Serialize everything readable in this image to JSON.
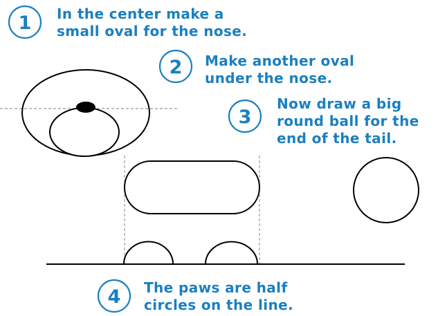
{
  "colors": {
    "instruction_text": "#1a7fc0",
    "badge_outline": "#1a7fc0",
    "badge_number": "#1a7fc0",
    "drawing_line": "#000000",
    "guide_line": "#999999",
    "nose_fill": "#000000"
  },
  "steps": [
    {
      "number": "1",
      "lines": [
        "In the center make a",
        "small oval for the nose."
      ]
    },
    {
      "number": "2",
      "lines": [
        "Make another oval",
        "under the nose."
      ]
    },
    {
      "number": "3",
      "lines": [
        "Now draw a big",
        "round ball for the",
        "end of the tail."
      ]
    },
    {
      "number": "4",
      "lines": [
        "The paws are half",
        "circles on the line."
      ]
    }
  ]
}
